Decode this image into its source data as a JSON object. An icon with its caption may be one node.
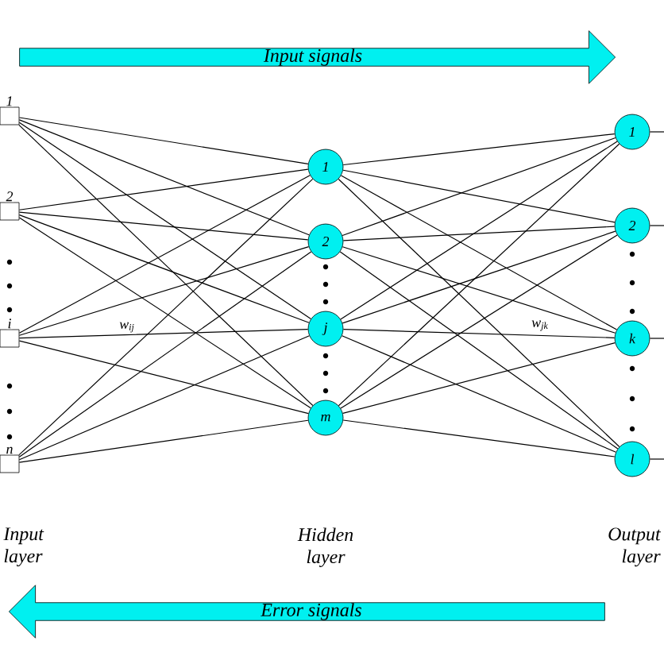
{
  "diagram": {
    "nodes": [
      {
        "text": [
          "1"
        ]
      },
      {
        "text": [
          "2"
        ]
      },
      {
        "text": [
          "i"
        ]
      },
      {
        "text": [
          "n"
        ]
      },
      {
        "text": [
          "1"
        ]
      },
      {
        "text": [
          "2"
        ]
      },
      {
        "text": [
          "j"
        ]
      },
      {
        "text": [
          "m"
        ]
      },
      {
        "text": [
          "1"
        ]
      },
      {
        "text": [
          "2"
        ]
      },
      {
        "text": [
          "k"
        ]
      },
      {
        "text": [
          "l"
        ]
      },
      {
        "text": [
          "Input signals"
        ]
      },
      {
        "text": [
          "Error signals"
        ]
      }
    ],
    "edges": [
      {
        "from": 0,
        "to": 4,
        "arrow": "none"
      },
      {
        "from": 0,
        "to": 5,
        "arrow": "none"
      },
      {
        "from": 0,
        "to": 6,
        "arrow": "none"
      },
      {
        "from": 0,
        "to": 7,
        "arrow": "none"
      },
      {
        "from": 1,
        "to": 4,
        "arrow": "none"
      },
      {
        "from": 1,
        "to": 5,
        "arrow": "none"
      },
      {
        "from": 1,
        "to": 6,
        "arrow": "none"
      },
      {
        "from": 1,
        "to": 7,
        "arrow": "none"
      },
      {
        "from": 2,
        "to": 4,
        "arrow": "none"
      },
      {
        "from": 2,
        "to": 5,
        "arrow": "none"
      },
      {
        "from": 2,
        "to": 6,
        "arrow": "none"
      },
      {
        "from": 2,
        "to": 7,
        "arrow": "none"
      },
      {
        "from": 3,
        "to": 4,
        "arrow": "none"
      },
      {
        "from": 3,
        "to": 5,
        "arrow": "none"
      },
      {
        "from": 3,
        "to": 6,
        "arrow": "none"
      },
      {
        "from": 3,
        "to": 7,
        "arrow": "none"
      },
      {
        "from": 4,
        "to": 8,
        "arrow": "none"
      },
      {
        "from": 4,
        "to": 9,
        "arrow": "none"
      },
      {
        "from": 4,
        "to": 10,
        "arrow": "none"
      },
      {
        "from": 4,
        "to": 11,
        "arrow": "none"
      },
      {
        "from": 5,
        "to": 8,
        "arrow": "none"
      },
      {
        "from": 5,
        "to": 9,
        "arrow": "none"
      },
      {
        "from": 5,
        "to": 10,
        "arrow": "none"
      },
      {
        "from": 5,
        "to": 11,
        "arrow": "none"
      },
      {
        "from": 6,
        "to": 8,
        "arrow": "none"
      },
      {
        "from": 6,
        "to": 9,
        "arrow": "none"
      },
      {
        "from": 6,
        "to": 10,
        "arrow": "none"
      },
      {
        "from": 6,
        "to": 11,
        "arrow": "none"
      },
      {
        "from": 7,
        "to": 8,
        "arrow": "none"
      },
      {
        "from": 7,
        "to": 9,
        "arrow": "none"
      },
      {
        "from": 7,
        "to": 10,
        "arrow": "none"
      },
      {
        "from": 7,
        "to": 11,
        "arrow": "none"
      },
      {
        "from": 8,
        "to": null,
        "arrow": "none"
      },
      {
        "from": 9,
        "to": null,
        "arrow": "none"
      },
      {
        "from": 10,
        "to": null,
        "arrow": "none"
      },
      {
        "from": 11,
        "to": null,
        "arrow": "none"
      }
    ],
    "labels": [
      "w$_{ij}$",
      "w$_{jk}$",
      "Input layer",
      "Hidden layer",
      "Output layer"
    ]
  }
}
